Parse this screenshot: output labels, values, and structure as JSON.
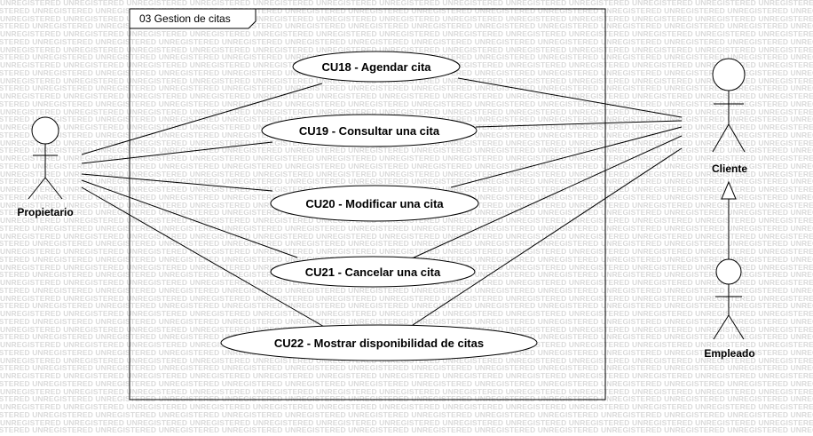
{
  "watermark": "UNREGISTERED",
  "frame": {
    "title": "03 Gestion de citas"
  },
  "use_cases": [
    {
      "id": "cu18",
      "label": "CU18 - Agendar cita"
    },
    {
      "id": "cu19",
      "label": "CU19 - Consultar una cita"
    },
    {
      "id": "cu20",
      "label": "CU20 - Modificar una cita"
    },
    {
      "id": "cu21",
      "label": "CU21 - Cancelar una cita"
    },
    {
      "id": "cu22",
      "label": "CU22 - Mostrar disponibilidad de citas"
    }
  ],
  "actors": [
    {
      "id": "propietario",
      "label": "Propietario"
    },
    {
      "id": "cliente",
      "label": "Cliente"
    },
    {
      "id": "empleado",
      "label": "Empleado"
    }
  ]
}
